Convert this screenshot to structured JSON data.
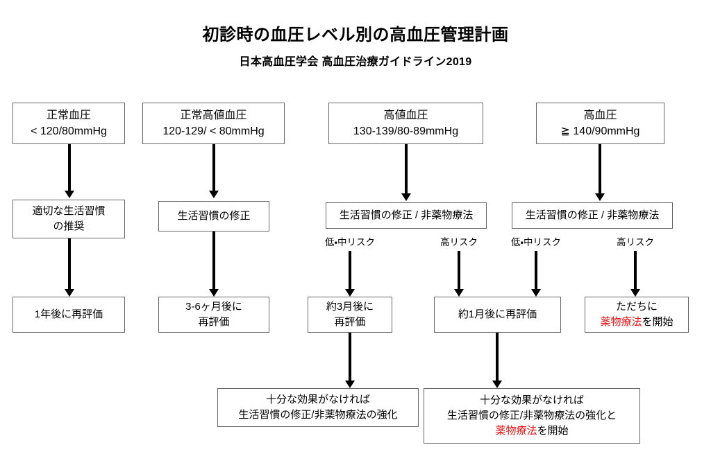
{
  "header": {
    "title": "初診時の血圧レベル別の高血圧管理計画",
    "subtitle": "日本高血圧学会 高血圧治療ガイドライン2019"
  },
  "colors": {
    "box_border": "#666666",
    "text": "#000000",
    "highlight_red": "#f01010",
    "arrow": "#000000",
    "background": "#ffffff"
  },
  "columns": [
    {
      "id": "normal",
      "category_line1": "正常血圧",
      "category_line2": "< 120/80mmHg",
      "action_line1": "適切な生活習慣",
      "action_line2": "の推奨",
      "followup_line1": "1年後に再評価"
    },
    {
      "id": "high-normal",
      "category_line1": "正常高値血圧",
      "category_line2": "120-129/ < 80mmHg",
      "action_line1": "生活習慣の修正",
      "followup_line1": "3-6ヶ月後に",
      "followup_line2": "再評価"
    },
    {
      "id": "elevated",
      "category_line1": "高値血圧",
      "category_line2": "130-139/80-89mmHg",
      "action_line1": "生活習慣の修正 / 非薬物療法",
      "risk_low": "低・中リスク",
      "risk_high": "高リスク",
      "followup_line1": "約3月後に",
      "followup_line2": "再評価"
    },
    {
      "id": "hypertension",
      "category_line1": "高血圧",
      "category_line2": "≧ 140/90mmHg",
      "action_line1": "生活習慣の修正 / 非薬物療法",
      "risk_low": "低・中リスク",
      "risk_high": "高リスク",
      "immediate_line1": "ただちに",
      "immediate_red": "薬物療法",
      "immediate_tail": "を開始"
    }
  ],
  "shared": {
    "one_month_followup": "約1月後に再評価"
  },
  "outcomes": {
    "left": {
      "line1": "十分な効果がなければ",
      "line2": "生活習慣の修正/非薬物療法の強化"
    },
    "right": {
      "line1": "十分な効果がなければ",
      "line2": "生活習慣の修正/非薬物療法の強化と",
      "line3_red": "薬物療法",
      "line3_tail": "を開始"
    }
  }
}
